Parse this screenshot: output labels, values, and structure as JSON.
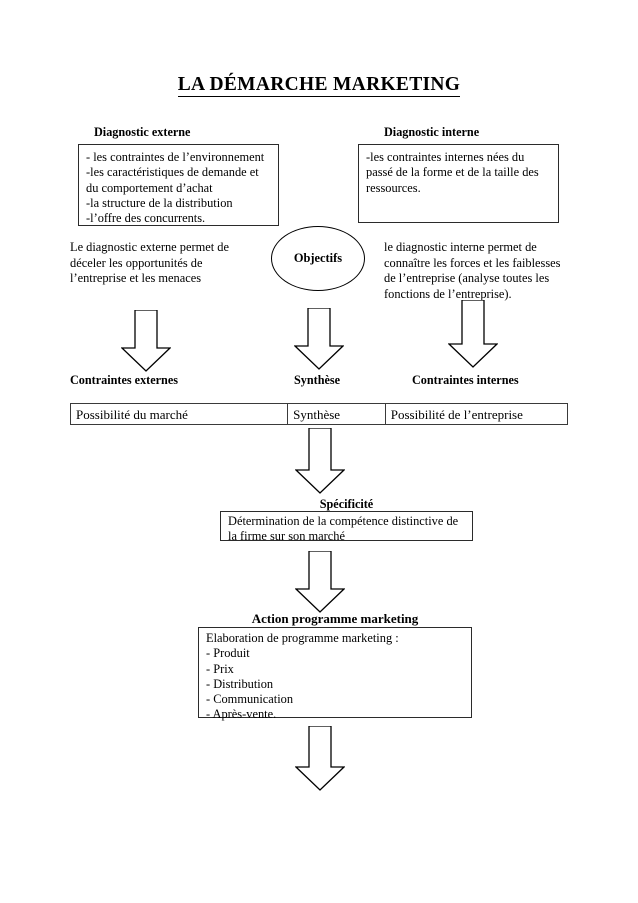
{
  "document": {
    "title": "LA DÉMARCHE MARKETING"
  },
  "diagnostics": {
    "external": {
      "caption": "Diagnostic externe",
      "box_lines": [
        "- les contraintes de l’environnement",
        "-les caractéristiques de demande et",
        "du comportement d’achat",
        "-la structure de la distribution",
        "-l’offre des concurrents."
      ],
      "note_lines": [
        "Le diagnostic externe permet de",
        "déceler les opportunités de",
        "l’entreprise et les menaces"
      ]
    },
    "internal": {
      "caption": "Diagnostic interne",
      "box_lines": [
        "-les contraintes internes nées du",
        "passé de la forme et de la taille des",
        "ressources."
      ],
      "note_lines": [
        "le diagnostic interne permet de",
        "connaître les forces et les faiblesses",
        "de l’entreprise (analyse toutes les",
        "fonctions de l’entreprise)."
      ]
    }
  },
  "objectives": {
    "label": "Objectifs"
  },
  "constraints_row": {
    "headings": [
      "Contraintes externes",
      "Synthèse",
      "Contraintes internes"
    ],
    "cells": [
      "Possibilité du marché",
      "Synthèse",
      "Possibilité de l’entreprise"
    ]
  },
  "specificity": {
    "caption": "Spécificité",
    "box_lines": [
      "Détermination de la compétence distinctive de",
      "la firme sur son marché"
    ]
  },
  "action_programme": {
    "caption": "Action programme marketing",
    "box_lines": [
      "Elaboration de programme marketing :",
      "- Produit",
      "- Prix",
      "- Distribution",
      "- Communication",
      "- Après-vente."
    ]
  },
  "arrows": {
    "names": [
      "arrow-external-to-constraints",
      "arrow-objectives-to-synthesis",
      "arrow-internal-to-constraints",
      "arrow-row-to-specificity",
      "arrow-specificity-to-action",
      "arrow-action-to-next"
    ]
  },
  "colors": {
    "ink": "#000000",
    "rule": "#2b2b2b",
    "page": "#ffffff"
  }
}
